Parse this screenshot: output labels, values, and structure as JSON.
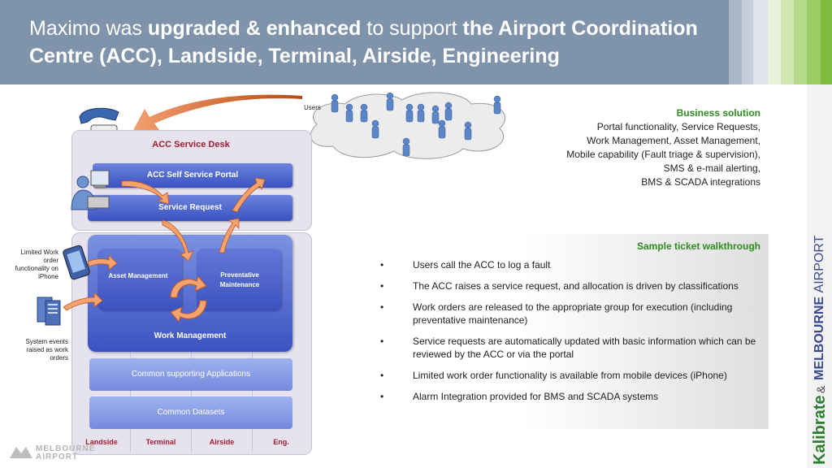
{
  "header": {
    "title_part1": "Maximo was ",
    "title_bold1": "upgraded & enhanced",
    "title_part2": " to support ",
    "title_bold2": "the Airport Coordination Centre (ACC), Landside, Terminal, Airside, Engineering"
  },
  "diagram": {
    "users_label": "Users",
    "service_desk_title": "ACC Service Desk",
    "self_service_portal": "ACC Self Service Portal",
    "service_request": "Service Request",
    "asset_management": "Asset Management",
    "preventative_maintenance": "Preventative Maintenance",
    "work_management": "Work Management",
    "common_apps": "Common supporting Applications",
    "common_datasets": "Common Datasets",
    "columns": [
      "Landside",
      "Terminal",
      "Airside",
      "Eng."
    ],
    "note_mobile": "Limited Work order functionality on iPhone",
    "note_system": "System events raised as work orders"
  },
  "business_solution": {
    "heading": "Business solution",
    "lines": [
      "Portal functionality, Service Requests,",
      "Work Management, Asset Management,",
      "Mobile capability (Fault triage & supervision),",
      "SMS & e-mail alerting,",
      "BMS & SCADA integrations"
    ]
  },
  "walkthrough": {
    "heading": "Sample ticket walkthrough",
    "bullets": [
      "Users call the ACC to log a fault",
      "The ACC raises a service request, and allocation is driven by classifications",
      "Work orders are released to the appropriate group for execution (including preventative maintenance)",
      "Service requests are automatically updated with basic information which can be reviewed by the ACC or via the portal",
      "Limited work order functionality is available from mobile devices (iPhone)",
      "Alarm Integration provided for BMS and SCADA systems"
    ]
  },
  "logos": {
    "bottom_left": "MELBOURNE AIRPORT",
    "kalibrate": "Kalibrate",
    "ampersand": "&",
    "melbourne": "MELBOURNE",
    "airport": "AIRPORT"
  },
  "colors": {
    "header_bg": "#7f93ab",
    "accent_green": "#2e8b1f",
    "accent_red": "#a61c2e",
    "bar_blue": "#3b52c2"
  }
}
